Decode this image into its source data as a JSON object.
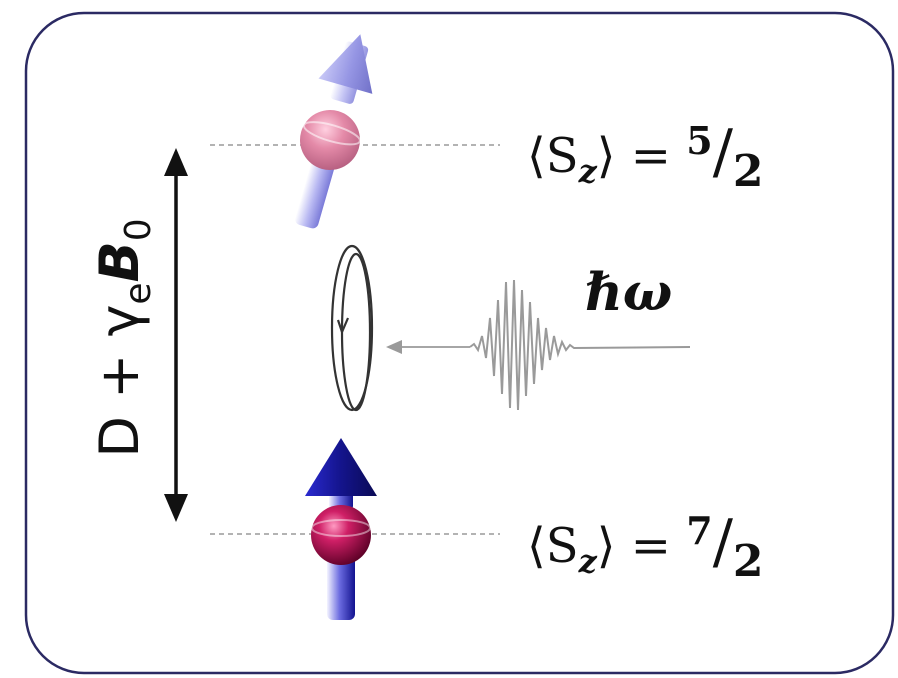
{
  "diagram": {
    "energy_label": {
      "prefix": "D + γ",
      "gamma_subscript": "e",
      "field_symbol": "B",
      "field_subscript": "0"
    },
    "upper_level": {
      "bra": "⟨S",
      "subscript": "z",
      "ket_equals": "⟩ = ",
      "numerator": "5",
      "slash": "/",
      "denominator": "2"
    },
    "lower_level": {
      "bra": "⟨S",
      "subscript": "z",
      "ket_equals": "⟩ = ",
      "numerator": "7",
      "slash": "/",
      "denominator": "2"
    },
    "photon_label": "ℏω",
    "colors": {
      "border": "#2b2a63",
      "arrow_upper": "#9a9ae8",
      "arrow_lower": "#1a1aa8",
      "sphere_upper": "#e08aa6",
      "sphere_lower": "#b0104f",
      "photon": "#9a9a9a",
      "dashed": "#9a9a9a"
    },
    "icons": [
      "spin-up-arrow-icon",
      "spin-tilted-arrow-icon",
      "precession-loop-icon",
      "wave-packet-icon"
    ]
  }
}
